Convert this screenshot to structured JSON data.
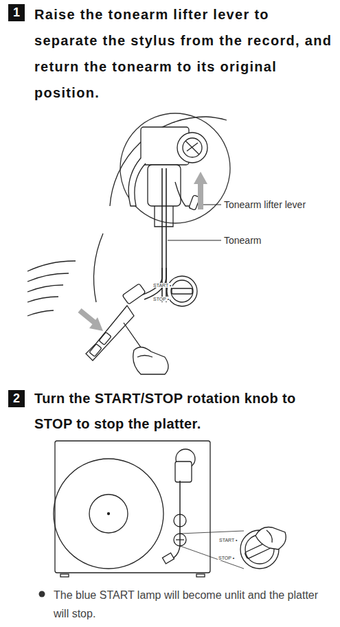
{
  "diagram": {
    "nodes": [
      {
        "text": [
          "1"
        ]
      },
      {
        "text": [
          "2"
        ]
      }
    ],
    "labels": [
      "Raise the tonearm lifter lever to separate the stylus from the record, and return the tonearm to its original position.",
      "Tonearm lifter lever",
      "Tonearm",
      "START •",
      "STOP •",
      "Turn the START/STOP rotation knob to STOP to stop the platter.",
      "START •",
      "STOP •",
      "The blue START lamp will become unlit and the platter will stop."
    ]
  }
}
